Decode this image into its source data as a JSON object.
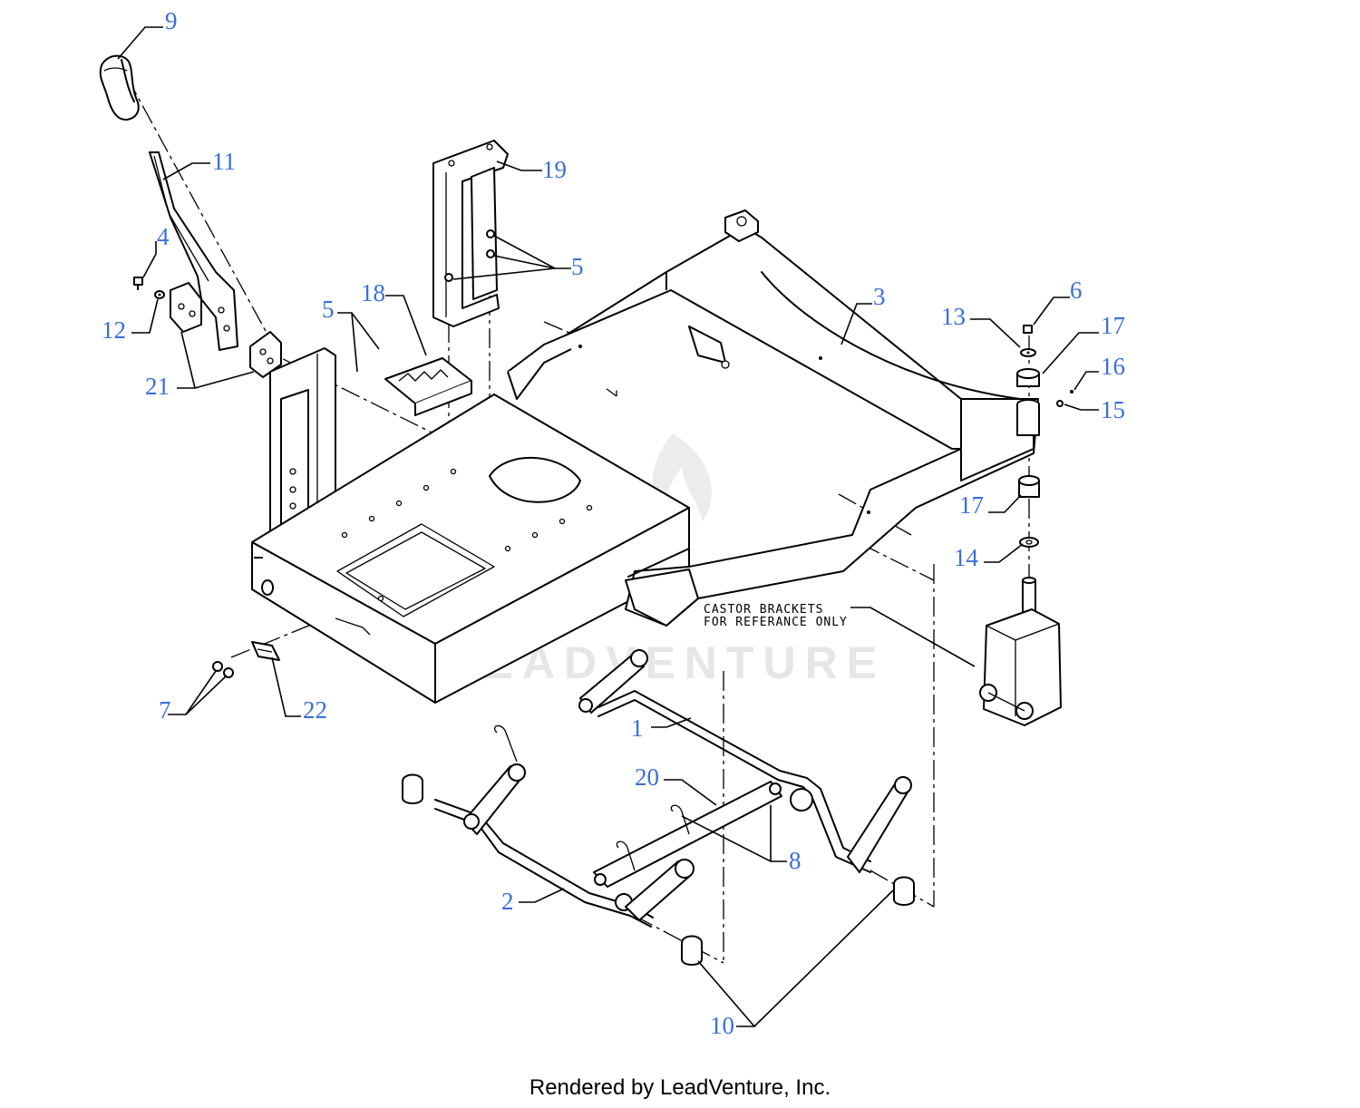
{
  "diagram": {
    "callouts": [
      {
        "key": "c9",
        "text": "9"
      },
      {
        "key": "c11",
        "text": "11"
      },
      {
        "key": "c4",
        "text": "4"
      },
      {
        "key": "c12",
        "text": "12"
      },
      {
        "key": "c21",
        "text": "21"
      },
      {
        "key": "c19",
        "text": "19"
      },
      {
        "key": "c5a",
        "text": "5"
      },
      {
        "key": "c18",
        "text": "18"
      },
      {
        "key": "c5b",
        "text": "5"
      },
      {
        "key": "c3",
        "text": "3"
      },
      {
        "key": "c6",
        "text": "6"
      },
      {
        "key": "c13",
        "text": "13"
      },
      {
        "key": "c17a",
        "text": "17"
      },
      {
        "key": "c16",
        "text": "16"
      },
      {
        "key": "c15",
        "text": "15"
      },
      {
        "key": "c17b",
        "text": "17"
      },
      {
        "key": "c14",
        "text": "14"
      },
      {
        "key": "c7",
        "text": "7"
      },
      {
        "key": "c22",
        "text": "22"
      },
      {
        "key": "c1",
        "text": "1"
      },
      {
        "key": "c20",
        "text": "20"
      },
      {
        "key": "c8",
        "text": "8"
      },
      {
        "key": "c2",
        "text": "2"
      },
      {
        "key": "c10",
        "text": "10"
      }
    ],
    "note_line1": "CASTOR BRACKETS",
    "note_line2": "FOR REFERANCE ONLY",
    "watermark": "LEADVENTURE",
    "callout_color": "#3b6fd8"
  },
  "footer": {
    "credit": "Rendered by LeadVenture, Inc."
  }
}
